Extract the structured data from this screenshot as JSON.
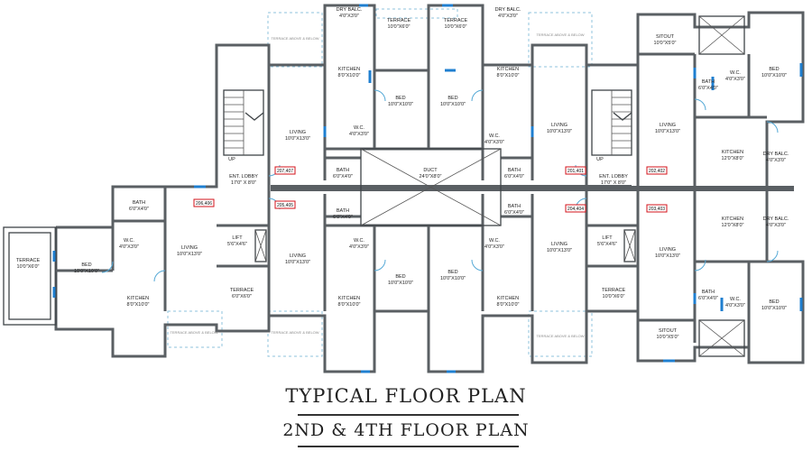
{
  "title": "TYPICAL  FLOOR  PLAN",
  "subtitle": "2ND  & 4TH FLOOR  PLAN",
  "flat_numbers": [
    "207,407",
    "205,405",
    "206,406",
    "201,401",
    "202,402",
    "204,404",
    "203,403"
  ],
  "rooms": {
    "dry_balc_tl": [
      "DRY BALC.",
      "4'0\"X3'0\""
    ],
    "terrace_t1": [
      "TERRACE",
      "10'0\"X6'0\""
    ],
    "terrace_t2": [
      "TERRACE",
      "10'0\"X6'0\""
    ],
    "dry_balc_tr": [
      "DRY BALC.",
      "4'0\"X3'0\""
    ],
    "kitchen_t1": [
      "KITCHEN",
      "8'0\"X10'0\""
    ],
    "kitchen_t2": [
      "KITCHEN",
      "8'0\"X10'0\""
    ],
    "bed_t1": [
      "BED",
      "10'0\"X10'0\""
    ],
    "bed_t2": [
      "BED",
      "10'0\"X10'0\""
    ],
    "living_t1": [
      "LIVING",
      "10'0\"X13'0\""
    ],
    "living_t2": [
      "LIVING",
      "10'0\"X13'0\""
    ],
    "wc_t1": [
      "W.C.",
      "4'0\"X3'0\""
    ],
    "wc_t2": [
      "W.C.",
      "4'0\"X3'0\""
    ],
    "bath_t1": [
      "BATH",
      "6'0\"X4'0\""
    ],
    "bath_t2": [
      "BATH",
      "6'0\"X4'0\""
    ],
    "duct": [
      "DUCT",
      "24'0\"X8'0\""
    ],
    "bath_b1": [
      "BATH",
      "6'0\"X4'0\""
    ],
    "bath_b2": [
      "BATH",
      "6'0\"X4'0\""
    ],
    "wc_b1": [
      "W.C.",
      "4'0\"X3'0\""
    ],
    "wc_b2": [
      "W.C.",
      "4'0\"X3'0\""
    ],
    "living_b1": [
      "LIVING",
      "10'0\"X13'0\""
    ],
    "living_b2": [
      "LIVING",
      "10'0\"X13'0\""
    ],
    "bed_b1": [
      "BED",
      "10'0\"X10'0\""
    ],
    "bed_b2": [
      "BED",
      "10'0\"X10'0\""
    ],
    "kitchen_b1": [
      "KITCHEN",
      "8'0\"X10'0\""
    ],
    "kitchen_b2": [
      "KITCHEN",
      "8'0\"X10'0\""
    ],
    "ent_lobby_l": [
      "ENT. LOBBY",
      "17'0\" X 8'0\""
    ],
    "ent_lobby_r": [
      "ENT. LOBBY",
      "17'0\" X 8'0\""
    ],
    "up_l": [
      "UP"
    ],
    "up_r": [
      "UP"
    ],
    "lift_l": [
      "LIFT",
      "5'6\"X4'6\""
    ],
    "lift_r": [
      "LIFT",
      "5'6\"X4'6\""
    ],
    "terrace_lobby_l": [
      "TERRACE",
      "6'0\"X6'0\""
    ],
    "terrace_lobby_r": [
      "TERRACE",
      "10'0\"X6'0\""
    ],
    "bath_far_l": [
      "BATH",
      "6'0\"X4'0\""
    ],
    "wc_far_l": [
      "W.C.",
      "4'0\"X3'0\""
    ],
    "living_far_l": [
      "LIVING",
      "10'0\"X13'0\""
    ],
    "bed_far_l": [
      "BED",
      "10'0\"X10'0\""
    ],
    "kitchen_far_l": [
      "KITCHEN",
      "8'0\"X10'0\""
    ],
    "terrace_far_l": [
      "TERRACE",
      "10'0\"X6'0\""
    ],
    "sitout_tr": [
      "SITOUT",
      "10'0\"X5'0\""
    ],
    "bath_tr": [
      "BATH",
      "6'0\"X4'0\""
    ],
    "wc_tr": [
      "W.C.",
      "4'0\"X3'0\""
    ],
    "bed_tr": [
      "BED",
      "10'0\"X10'0\""
    ],
    "living_tr": [
      "LIVING",
      "10'0\"X13'0\""
    ],
    "kitchen_tr": [
      "KITCHEN",
      "12'0\"X8'0\""
    ],
    "dry_balc_r1": [
      "DRY BALC.",
      "4'0\"X3'0\""
    ],
    "kitchen_br": [
      "KITCHEN",
      "12'0\"X8'0\""
    ],
    "dry_balc_r2": [
      "DRY BALC.",
      "4'0\"X3'0\""
    ],
    "living_br": [
      "LIVING",
      "10'0\"X13'0\""
    ],
    "bath_br": [
      "BATH",
      "6'0\"X4'0\""
    ],
    "wc_br": [
      "W.C.",
      "4'0\"X3'0\""
    ],
    "bed_br": [
      "BED",
      "10'0\"X10'0\""
    ],
    "sitout_br": [
      "SITOUT",
      "10'0\"X5'0\""
    ]
  },
  "notes": {
    "terrace_above_below": "TERRACE ABOVE & BELOW"
  }
}
